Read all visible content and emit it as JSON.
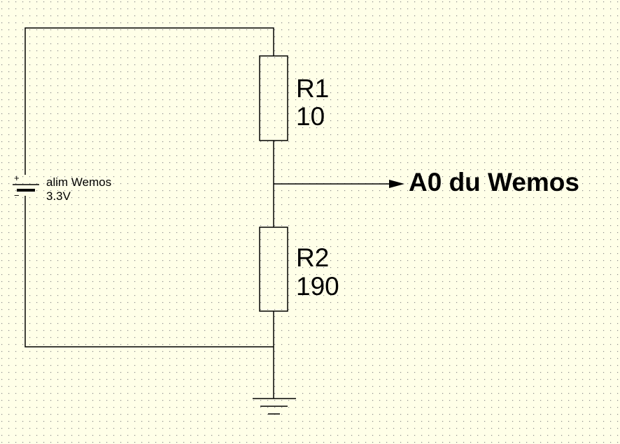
{
  "battery": {
    "name": "alim Wemos",
    "value": "3.3V",
    "plus_sign": "+",
    "minus_sign": "−"
  },
  "r1": {
    "name": "R1",
    "value": "10"
  },
  "r2": {
    "name": "R2",
    "value": "190"
  },
  "output": {
    "label": "A0 du Wemos"
  },
  "colors": {
    "background": "#ffffe8",
    "grid_dot": "#8a8a8a",
    "wire": "#000000"
  }
}
